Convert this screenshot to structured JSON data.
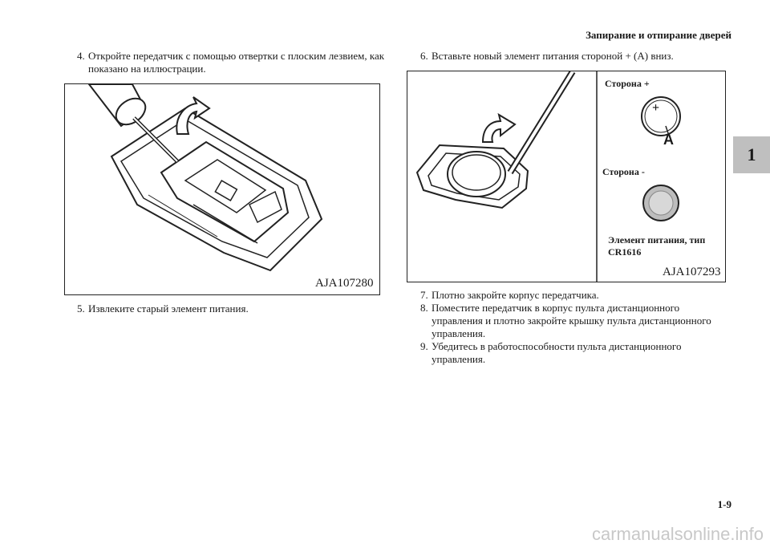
{
  "header": {
    "title": "Запирание и отпирание дверей"
  },
  "chapter_tab": "1",
  "steps": {
    "s4": {
      "num": "4.",
      "text": "Откройте передатчик с помощью отвертки с плоским лезвием, как показано на иллюстрации."
    },
    "s5": {
      "num": "5.",
      "text": "Извлеките старый элемент питания."
    },
    "s6": {
      "num": "6.",
      "text": "Вставьте новый элемент питания стороной + (А) вниз."
    },
    "s7": {
      "num": "7.",
      "text": "Плотно закройте корпус передатчика."
    },
    "s8": {
      "num": "8.",
      "text": "Поместите передатчик в корпус пульта дистанционного управления и плотно закройте крышку пульта дистанционного управления."
    },
    "s9": {
      "num": "9.",
      "text": "Убедитесь в работоспособности пульта дистанционного управления."
    }
  },
  "figure_left": {
    "code": "AJA107280"
  },
  "figure_right": {
    "code": "AJA107293",
    "side_plus": "Сторона +",
    "side_minus": "Сторона -",
    "battery_type_line1": "Элемент питания, тип",
    "battery_type_line2": "CR1616",
    "plus_sign": "+",
    "label_a": "A"
  },
  "page_number": "1-9",
  "watermark": "carmanualsonline.info"
}
